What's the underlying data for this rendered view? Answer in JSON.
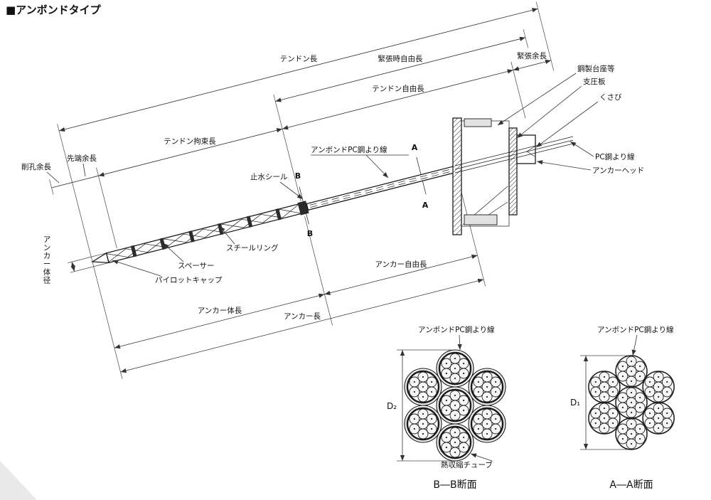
{
  "title": "■アンボンドタイプ",
  "dims": {
    "sakko": "削孔余長",
    "sentan": "先端余長",
    "kosoku": "テンドン拘束長",
    "tendon_jiyu": "テンドン自由長",
    "kincho_yo": "緊張余長",
    "kincho_ji": "緊張時自由長",
    "tendon": "テンドン長",
    "taicho": "アンカー体長",
    "anchor_jiyu": "アンカー自由長",
    "anchor": "アンカー長",
    "taikei": "アンカー体径"
  },
  "parts": {
    "unbond_pc": "アンボンドPC鋼より線",
    "seal": "止水シール",
    "ring": "スチールリング",
    "spacer": "スペーサー",
    "cap": "パイロットキャップ",
    "pedestal": "鋼製台座等",
    "plate": "支圧板",
    "wedge": "くさび",
    "pc": "PC鋼より線",
    "head": "アンカーヘッド"
  },
  "markers": {
    "a": "A",
    "b": "B"
  },
  "sections": {
    "bb": {
      "caption": "B―B断面",
      "dia": "D₂",
      "strand": "アンボンドPC鋼より線",
      "tube": "熱収縮チューブ"
    },
    "aa": {
      "caption": "A―A断面",
      "dia": "D₁",
      "strand": "アンボンドPC鋼より線"
    }
  },
  "colors": {
    "line": "#1a1a1a",
    "dim": "#333333",
    "dark": "#2b2b2b",
    "bg": "#ffffff"
  }
}
